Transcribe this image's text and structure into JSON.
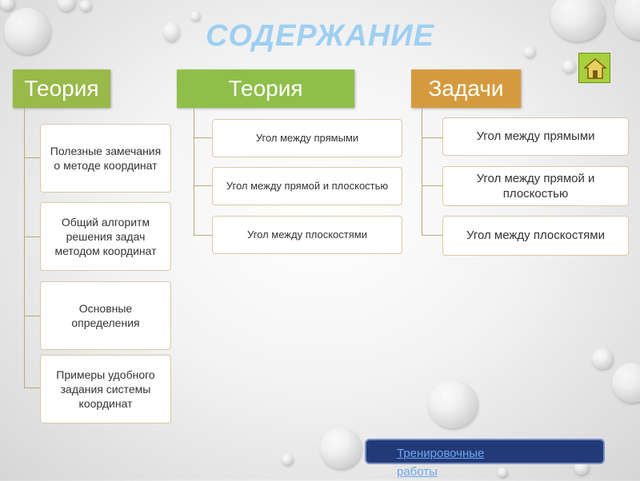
{
  "title": "СОДЕРЖАНИЕ",
  "home_button": {
    "icon": "home-icon",
    "color": "#a9cf3c"
  },
  "columns": [
    {
      "header": "Теория",
      "color": "#99b94a",
      "items": [
        "Полезные замечания о методе координат",
        "Общий алгоритм решения задач методом координат",
        "Основные определения",
        "Примеры удобного задания системы координат"
      ]
    },
    {
      "header": "Теория",
      "color": "#8fbf4a",
      "items": [
        "Угол между прямыми",
        "Угол между прямой и плоскостью",
        "Угол между плоскостями"
      ]
    },
    {
      "header": "Задачи",
      "color": "#d49b3e",
      "items": [
        "Угол между прямыми",
        "Угол между прямой и плоскостью",
        "Угол между плоскостями"
      ]
    }
  ],
  "training_link": {
    "label": "Тренировочные работы",
    "button_color": "#233a78",
    "link_color": "#6ea8ee"
  }
}
